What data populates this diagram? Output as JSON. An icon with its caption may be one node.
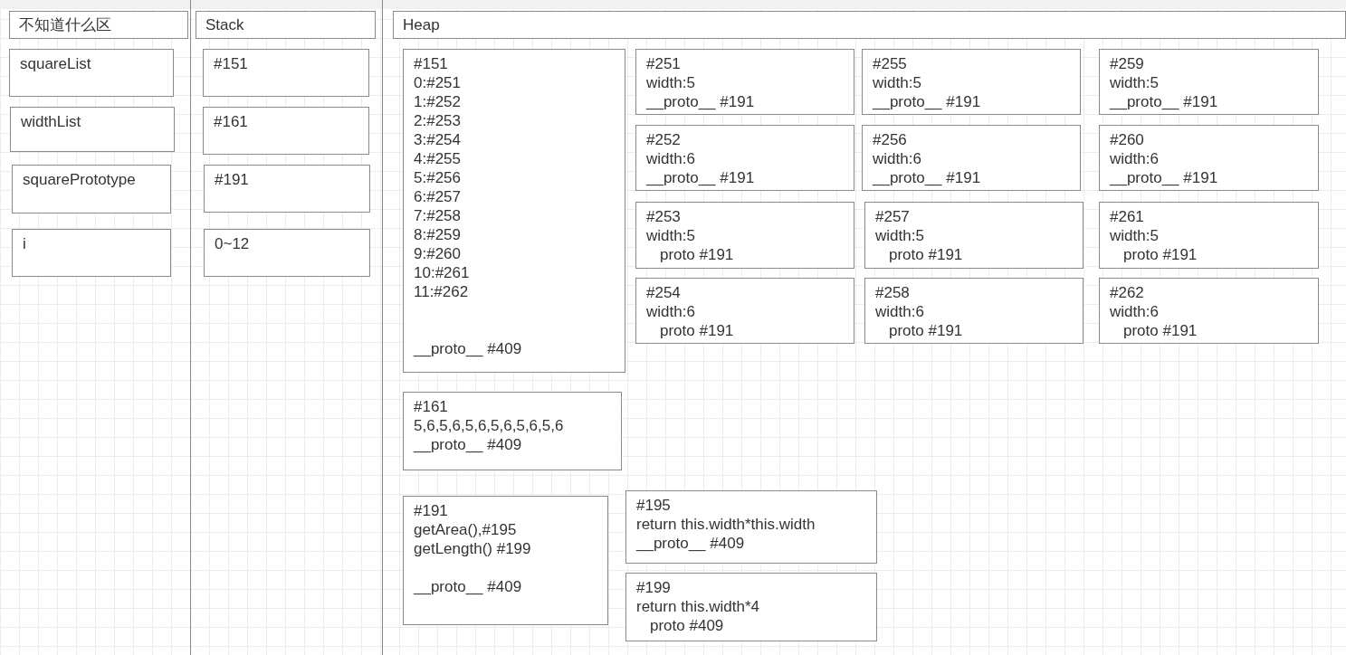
{
  "diagram": {
    "nodes": [
      {
        "text": [
          "不知道什么区"
        ]
      },
      {
        "text": [
          "Stack"
        ]
      },
      {
        "text": [
          "Heap"
        ]
      },
      {
        "text": [
          "squareList"
        ]
      },
      {
        "text": [
          "widthList"
        ]
      },
      {
        "text": [
          "squarePrototype"
        ]
      },
      {
        "text": [
          "i"
        ]
      },
      {
        "text": [
          "#151"
        ]
      },
      {
        "text": [
          "#161"
        ]
      },
      {
        "text": [
          "#191"
        ]
      },
      {
        "text": [
          "0~12"
        ]
      },
      {
        "text": [
          "#151",
          "0:#251",
          "1:#252",
          "2:#253",
          "3:#254",
          "4:#255",
          "5:#256",
          "6:#257",
          "7:#258",
          "8:#259",
          "9:#260",
          "10:#261",
          "11:#262",
          "__proto__ #409"
        ]
      },
      {
        "text": [
          "#161",
          "5,6,5,6,5,6,5,6,5,6,5,6",
          "__proto__ #409"
        ]
      },
      {
        "text": [
          "#191",
          "getArea(),#195",
          "getLength() #199",
          "__proto__ #409"
        ]
      },
      {
        "text": [
          "#195",
          "return this.width*this.width",
          "__proto__ #409"
        ]
      },
      {
        "text": [
          "#199",
          "return this.width*4",
          "proto #409"
        ]
      },
      {
        "text": [
          "#251",
          "width:5",
          "__proto__ #191"
        ]
      },
      {
        "text": [
          "#252",
          "width:6",
          "__proto__ #191"
        ]
      },
      {
        "text": [
          "#253",
          "width:5",
          "proto #191"
        ]
      },
      {
        "text": [
          "#254",
          "width:6",
          "proto #191"
        ]
      },
      {
        "text": [
          "#255",
          "width:5",
          "__proto__ #191"
        ]
      },
      {
        "text": [
          "#256",
          "width:6",
          "__proto__ #191"
        ]
      },
      {
        "text": [
          "#257",
          "width:5",
          "proto #191"
        ]
      },
      {
        "text": [
          "#258",
          "width:6",
          "proto #191"
        ]
      },
      {
        "text": [
          "#259",
          "width:5",
          "__proto__ #191"
        ]
      },
      {
        "text": [
          "#260",
          "width:6",
          "__proto__ #191"
        ]
      },
      {
        "text": [
          "#261",
          "width:5",
          "proto #191"
        ]
      },
      {
        "text": [
          "#262",
          "width:6",
          "proto #191"
        ]
      }
    ]
  }
}
